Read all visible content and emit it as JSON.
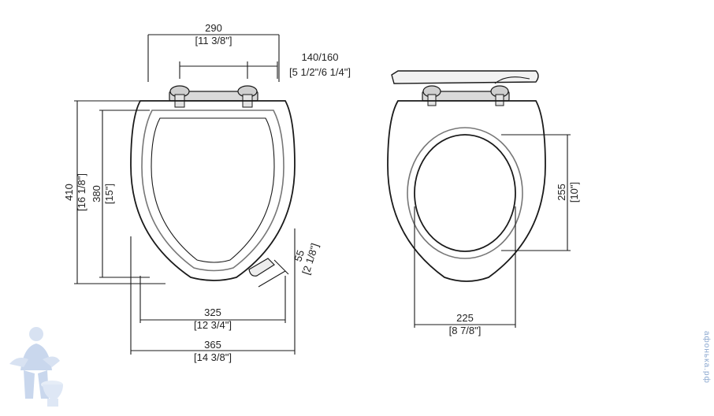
{
  "left_view": {
    "top_width": {
      "mm": "290",
      "in": "[11 3/8\"]"
    },
    "hinge_spacing": {
      "mm": "140/160",
      "in": "[5 1/2\"/6 1/4\"]"
    },
    "overall_length": {
      "mm": "410",
      "in": "[16 1/8\"]"
    },
    "inner_length": {
      "mm": "380",
      "in": "[15\"]"
    },
    "handle": {
      "mm": "55",
      "in": "[2 1/8\"]"
    },
    "inner_width": {
      "mm": "325",
      "in": "[12 3/4\"]"
    },
    "overall_width": {
      "mm": "365",
      "in": "[14 3/8\"]"
    }
  },
  "right_view": {
    "opening_length": {
      "mm": "255",
      "in": "[10\"]"
    },
    "opening_width": {
      "mm": "225",
      "in": "[8 7/8\"]"
    }
  },
  "watermark": "афонька.рф"
}
